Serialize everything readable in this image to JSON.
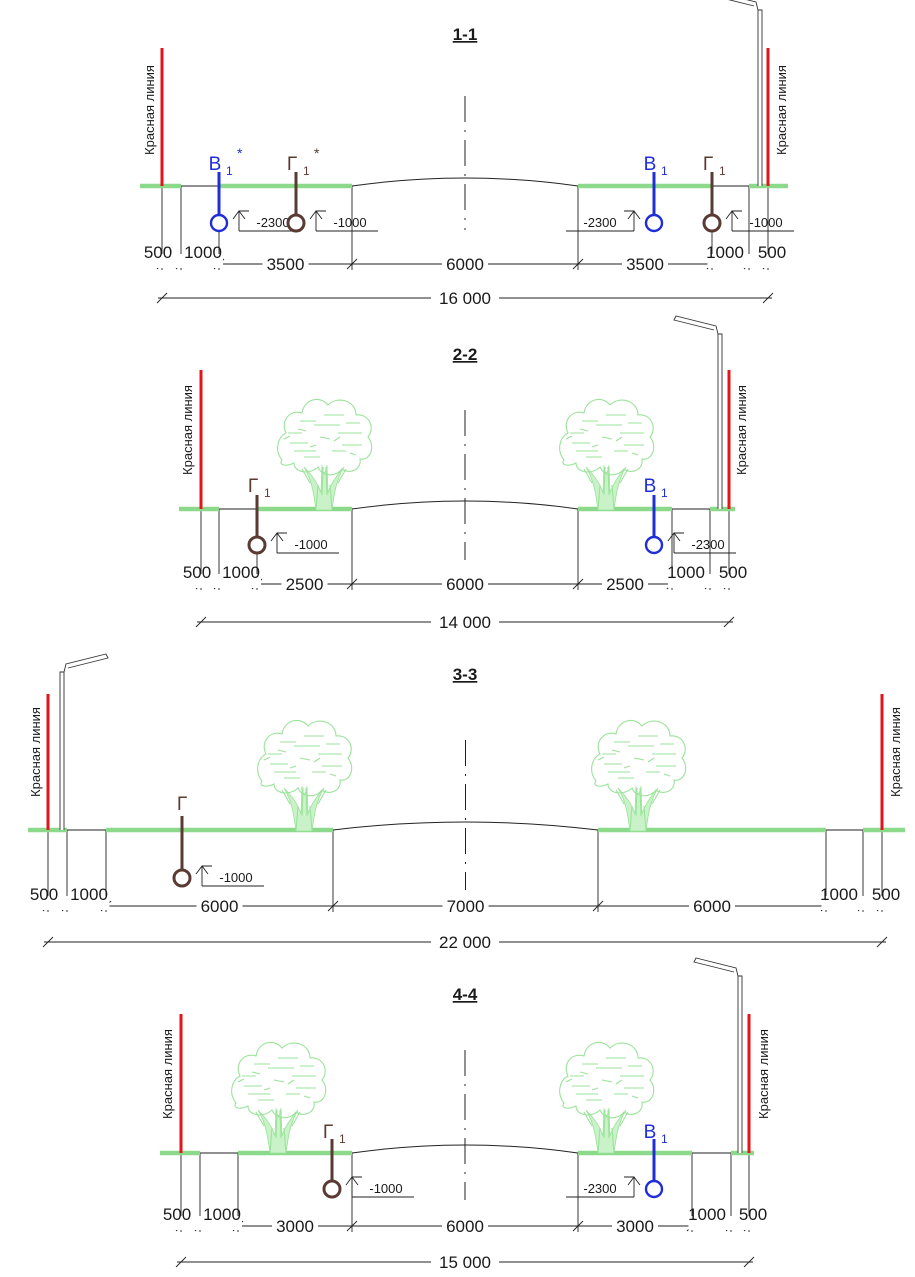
{
  "sections": [
    {
      "title": "1-1",
      "left_red_line_label": "Красная линия",
      "right_red_line_label": "Красная линия",
      "dims_row1": [
        "500",
        "1000",
        "3500",
        "6000",
        "3500",
        "1000",
        "500"
      ],
      "total": "16 000",
      "utilities": [
        {
          "letter": "В",
          "index": "1",
          "mark": "*",
          "depth": "-2300",
          "color": "#1f2ed8"
        },
        {
          "letter": "Г",
          "index": "1",
          "mark": "*",
          "depth": "-1000",
          "color": "#5a3b34"
        },
        {
          "letter": "В",
          "index": "1",
          "mark": "",
          "depth": "-2300",
          "color": "#1f2ed8"
        },
        {
          "letter": "Г",
          "index": "1",
          "mark": "",
          "depth": "-1000",
          "color": "#5a3b34"
        }
      ]
    },
    {
      "title": "2-2",
      "left_red_line_label": "Красная линия",
      "right_red_line_label": "Красная линия",
      "dims_row1": [
        "500",
        "1000",
        "2500",
        "6000",
        "2500",
        "1000",
        "500"
      ],
      "total": "14 000",
      "utilities": [
        {
          "letter": "Г",
          "index": "1",
          "mark": "",
          "depth": "-1000",
          "color": "#5a3b34"
        },
        {
          "letter": "В",
          "index": "1",
          "mark": "",
          "depth": "-2300",
          "color": "#1f2ed8"
        }
      ]
    },
    {
      "title": "3-3",
      "left_red_line_label": "Красная линия",
      "right_red_line_label": "Красная линия",
      "dims_row1": [
        "500",
        "1000",
        "6000",
        "7000",
        "6000",
        "1000",
        "500"
      ],
      "total": "22 000",
      "utilities": [
        {
          "letter": "Г",
          "index": "",
          "mark": "",
          "depth": "-1000",
          "color": "#5a3b34"
        }
      ]
    },
    {
      "title": "4-4",
      "left_red_line_label": "Красная линия",
      "right_red_line_label": "Красная линия",
      "dims_row1": [
        "500",
        "1000",
        "3000",
        "6000",
        "3000",
        "1000",
        "500"
      ],
      "total": "15 000",
      "utilities": [
        {
          "letter": "Г",
          "index": "1",
          "mark": "",
          "depth": "-1000",
          "color": "#5a3b34"
        },
        {
          "letter": "В",
          "index": "1",
          "mark": "",
          "depth": "-2300",
          "color": "#1f2ed8"
        }
      ]
    }
  ],
  "colors": {
    "red_line": "#e3141b",
    "grass": "#8cd98c",
    "water_pipe": "#1f2ed8",
    "gas_pipe": "#5a3b34"
  }
}
